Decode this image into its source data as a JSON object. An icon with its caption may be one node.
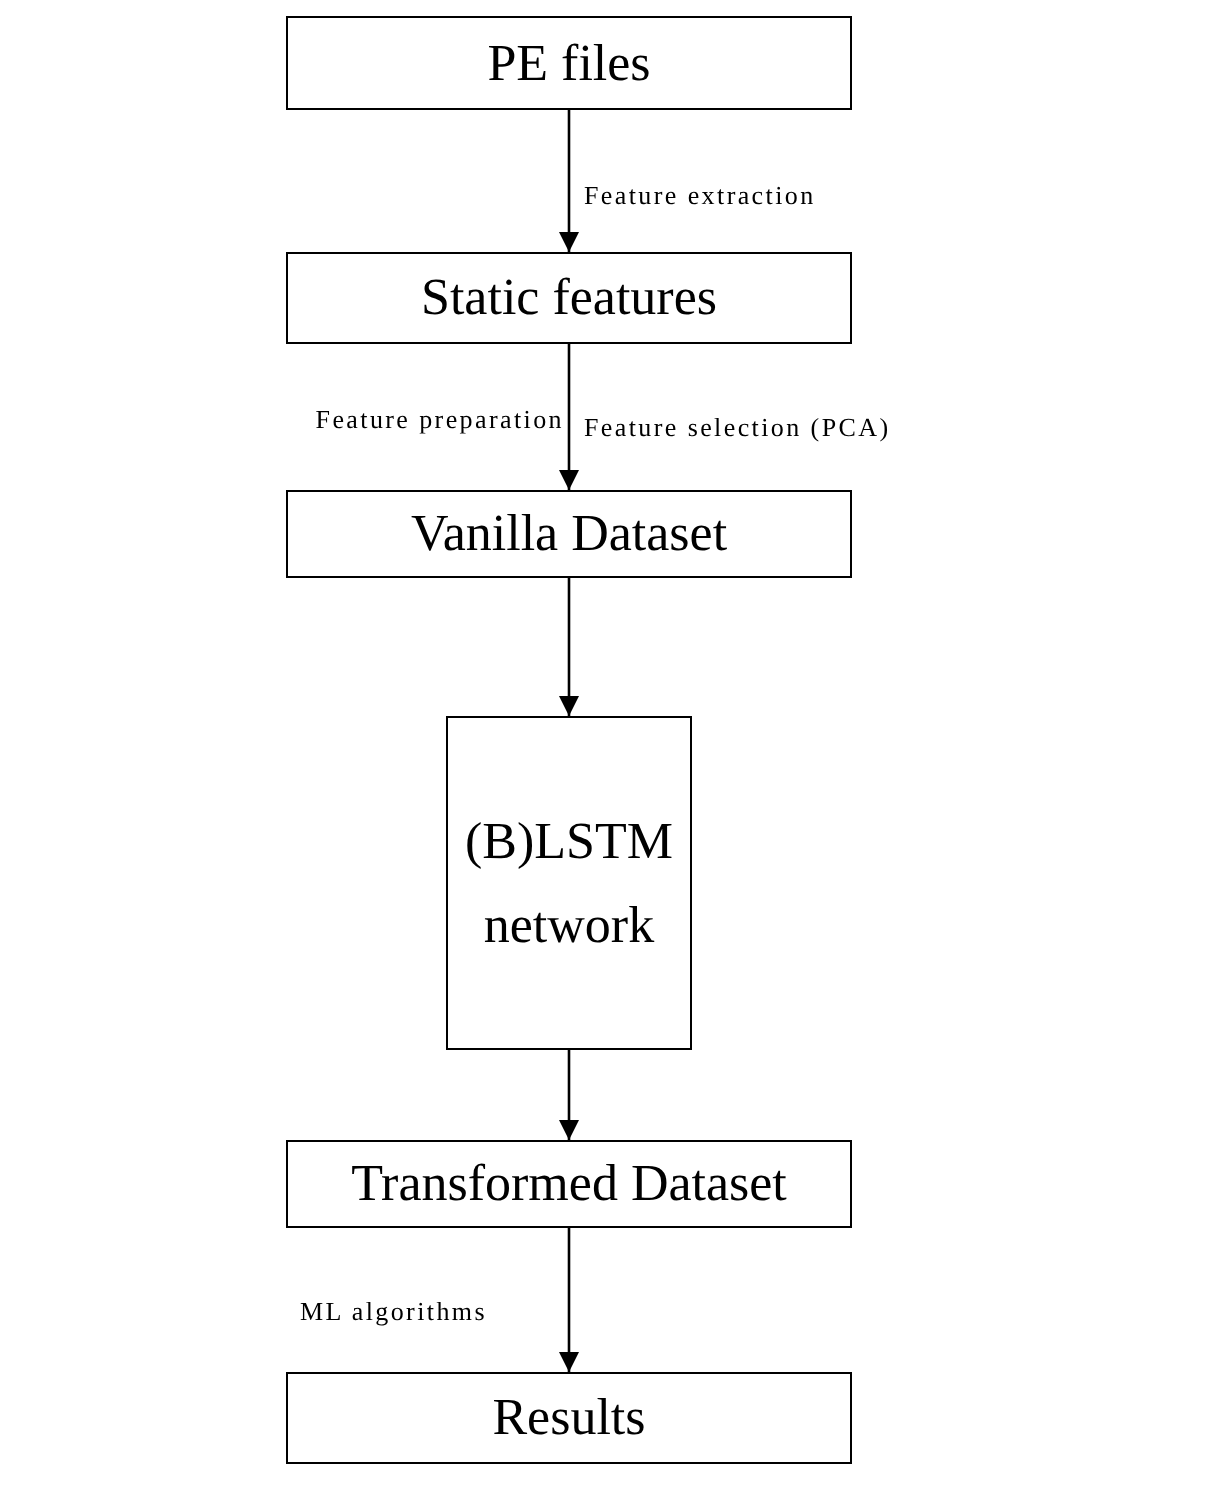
{
  "diagram": {
    "nodes": [
      {
        "text": [
          "PE files"
        ]
      },
      {
        "text": [
          "Static features"
        ]
      },
      {
        "text": [
          "Vanilla Dataset"
        ]
      },
      {
        "text": [
          "(B)LSTM network"
        ]
      },
      {
        "text": [
          "Transformed Dataset"
        ]
      },
      {
        "text": [
          "Results"
        ]
      }
    ],
    "edges": [
      {
        "from": 0,
        "to": 1,
        "arrow": "to",
        "label": "Feature extraction"
      },
      {
        "from": 1,
        "to": 2,
        "arrow": "to",
        "label": "Feature preparation"
      },
      {
        "from": 2,
        "to": 3,
        "arrow": "to"
      },
      {
        "from": 3,
        "to": 4,
        "arrow": "to"
      },
      {
        "from": 4,
        "to": 5,
        "arrow": "to",
        "label": "ML algorithms"
      }
    ],
    "labels": [
      "Feature selection (PCA)"
    ]
  }
}
